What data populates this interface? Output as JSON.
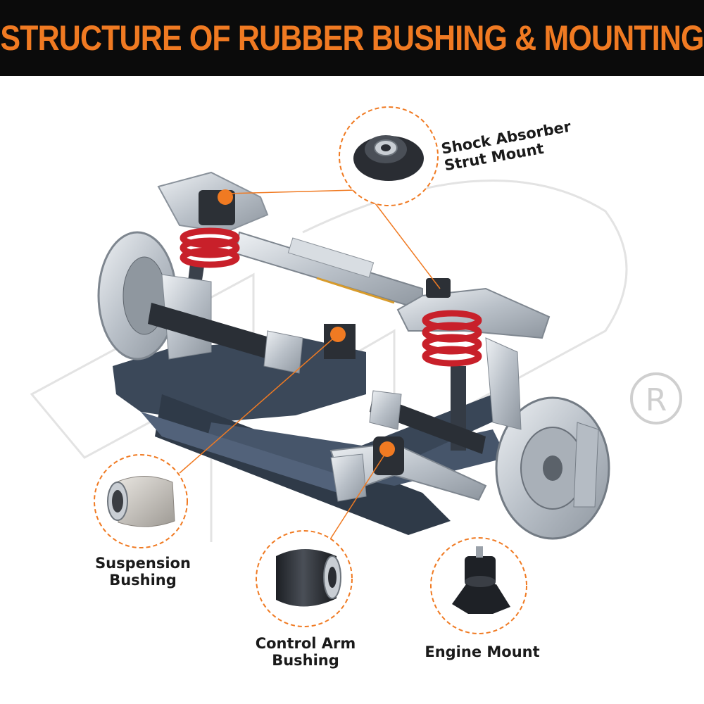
{
  "header": {
    "title": "STRUCTURE OF RUBBER BUSHING & MOUNTING"
  },
  "callouts": {
    "shock_mount": {
      "line1": "Shock Absorber",
      "line2": "Strut Mount"
    },
    "suspension_bushing": {
      "line1": "Suspension",
      "line2": "Bushing"
    },
    "control_arm_bushing": {
      "line1": "Control Arm",
      "line2": "Bushing"
    },
    "engine_mount": {
      "line1": "Engine Mount"
    }
  },
  "colors": {
    "accent": "#f07a22",
    "header_bg": "#0b0b0b",
    "spring": "#c8202a",
    "frame": "#3c4a5c",
    "metal": "#c9ced4",
    "rubber": "#2a2d33"
  },
  "icons": [
    "registered-trademark-icon"
  ]
}
